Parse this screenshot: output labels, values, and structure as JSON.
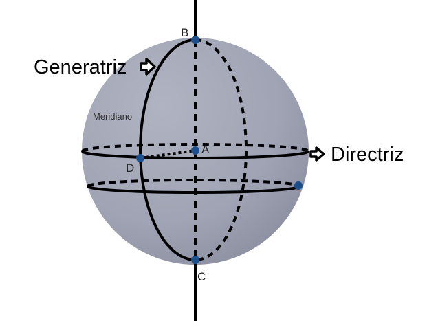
{
  "labels": {
    "generatriz": "Generatriz",
    "directriz": "Directriz",
    "meridiano": "Meridiano",
    "point_b": "B",
    "point_a": "A",
    "point_c": "C",
    "point_d": "D"
  },
  "colors": {
    "sphere": "#a3a7b6",
    "point": "#1d4f8c",
    "line": "#000000"
  }
}
